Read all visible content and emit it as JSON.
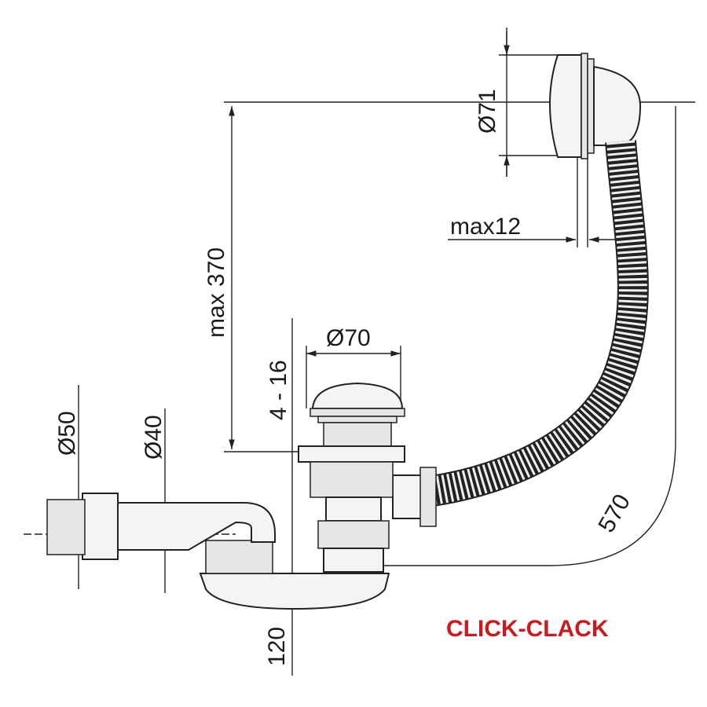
{
  "labels": {
    "overflow_diameter": "Ø71",
    "max_thickness": "max12",
    "max_height": "max 370",
    "drain_diameter": "Ø70",
    "tub_thickness": "4 - 16",
    "outlet_diameter_large": "Ø50",
    "outlet_diameter_small": "Ø40",
    "hose_length": "570",
    "trap_height": "120"
  },
  "brand": {
    "text": "CLICK-CLACK",
    "color": "#cc1b1f"
  }
}
